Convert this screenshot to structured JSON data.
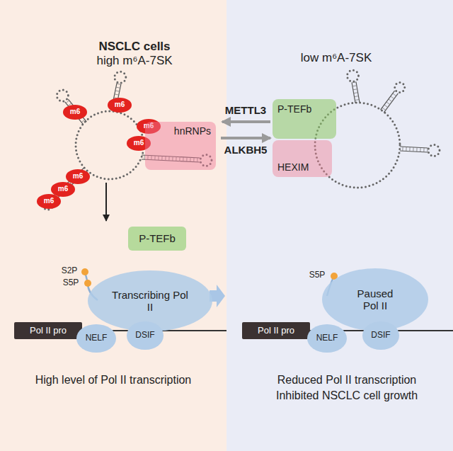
{
  "diagram": {
    "nodes": [
      {
        "text": [
          "m6"
        ]
      },
      {
        "text": [
          "m6"
        ]
      },
      {
        "text": [
          "m6"
        ]
      },
      {
        "text": [
          "m6"
        ]
      },
      {
        "text": [
          "m6"
        ]
      },
      {
        "text": [
          "m6"
        ]
      },
      {
        "text": [
          "m6"
        ]
      },
      {
        "text": [
          "hnRNPs"
        ]
      },
      {
        "text": [
          "P-TEFb"
        ]
      },
      {
        "text": [
          "HEXIM"
        ]
      },
      {
        "text": [
          "P-TEFb"
        ]
      },
      {
        "text": [
          "Pol II pro"
        ]
      },
      {
        "text": [
          "Transcribing Pol II"
        ]
      },
      {
        "text": [
          "NELF"
        ]
      },
      {
        "text": [
          "DSIF"
        ]
      },
      {
        "text": [
          "Pol II pro"
        ]
      },
      {
        "text": [
          "Paused Pol II"
        ]
      },
      {
        "text": [
          "NELF"
        ]
      },
      {
        "text": [
          "DSIF"
        ]
      }
    ],
    "labels": [
      "NSCLC cells",
      "high m⁶A-7SK",
      "low m⁶A-7SK",
      "METTL3",
      "ALKBH5",
      "S2P",
      "S5P",
      "S5P",
      "High level of Pol II transcription",
      "Reduced Pol II transcription",
      "Inhibited NSCLC cell growth"
    ]
  }
}
